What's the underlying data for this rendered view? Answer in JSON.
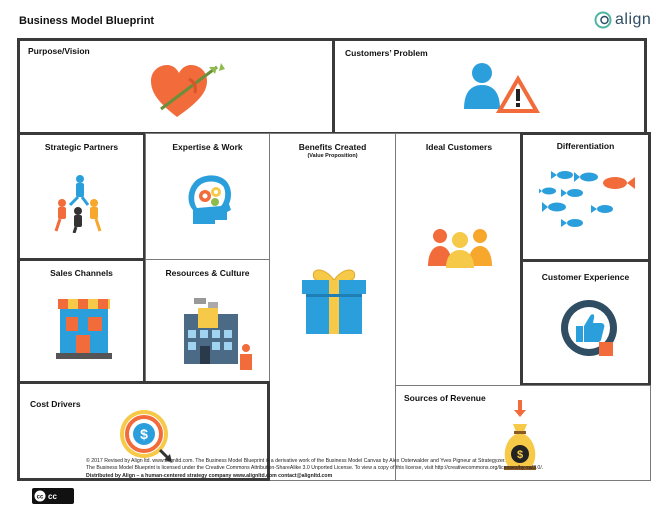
{
  "page": {
    "title": "Business Model Blueprint",
    "logo_text": "align"
  },
  "cells": {
    "purpose": {
      "title": "Purpose/Vision"
    },
    "customers_problem": {
      "title": "Customers’ Problem"
    },
    "strategic_partners": {
      "title": "Strategic Partners"
    },
    "expertise_work": {
      "title": "Expertise & Work"
    },
    "benefits": {
      "title": "Benefits Created",
      "subtitle": "(Value Proposition)"
    },
    "ideal_customers": {
      "title": "Ideal Customers"
    },
    "differentiation": {
      "title": "Differentiation"
    },
    "sales_channels": {
      "title": "Sales Channels"
    },
    "resources_culture": {
      "title": "Resources & Culture"
    },
    "customer_experience": {
      "title": "Customer Experience"
    },
    "cost_drivers": {
      "title": "Cost Drivers"
    },
    "sources_revenue": {
      "title": "Sources of Revenue"
    }
  },
  "footer": {
    "line1": "© 2017 Revised by Align ltd. www.alignltd.com. The Business Model Blueprint is a derivative work of the Business Model Canvas by Alex Osterwalder and Yves Pigneur at Strategyzer.",
    "line2": "The Business Model Blueprint is licensed under the Creative Commons Attribution-ShareAlike 3.0 Unported License. To view a copy of this license, visit http://creativecommons.org/licenses/by-sa/3.0/.",
    "line3": "Distributed by Align – a human-centered strategy company www.alignltd.com contact@alignltd.com"
  },
  "license_badge": {
    "text": "cc"
  },
  "icons": {
    "purpose": "heart-arrow-icon",
    "customers_problem": "person-warning-icon",
    "strategic_partners": "team-climb-icon",
    "expertise_work": "head-gears-icon",
    "benefits": "gift-box-icon",
    "ideal_customers": "group-people-icon",
    "differentiation": "fish-school-icon",
    "sales_channels": "storefront-icon",
    "resources_culture": "office-building-icon",
    "customer_experience": "thumbs-up-icon",
    "cost_drivers": "dollar-target-icon",
    "sources_revenue": "money-bag-icon"
  },
  "colors": {
    "accent_orange": "#f26b3a",
    "accent_blue": "#2b9fdc",
    "accent_yellow": "#f7c948",
    "logo_teal": "#4fb5a3"
  }
}
